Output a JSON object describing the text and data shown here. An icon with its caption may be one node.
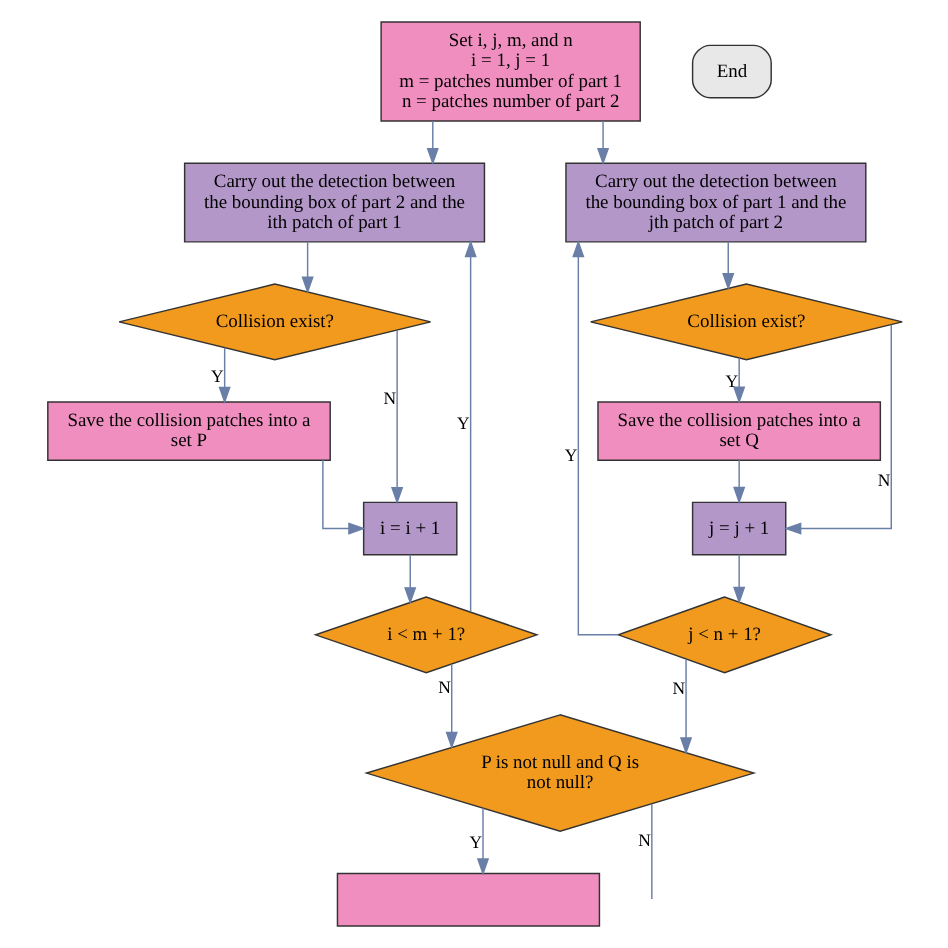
{
  "diagram": {
    "nodes": [
      {
        "text": [
          "Set i, j, m, and n",
          "i = 1, j = 1",
          "m = patches number of part 1",
          "n = patches number of part 2"
        ]
      },
      {
        "text": [
          "End"
        ]
      },
      {
        "text": [
          "Carry out the detection between the bounding box of part 2 and the ith patch of part 1"
        ]
      },
      {
        "text": [
          "Carry out the detection between the bounding box of part 1 and the jth patch of part 2"
        ]
      },
      {
        "text": [
          "Collision exist?"
        ]
      },
      {
        "text": [
          "Collision exist?"
        ]
      },
      {
        "text": [
          "Save the collision patches into a set P"
        ]
      },
      {
        "text": [
          "Save the collision patches into a set Q"
        ]
      },
      {
        "text": [
          "i = i + 1"
        ]
      },
      {
        "text": [
          "j = j + 1"
        ]
      },
      {
        "text": [
          "i < m + 1?"
        ]
      },
      {
        "text": [
          "j < n + 1?"
        ]
      },
      {
        "text": [
          "P is not null and Q is not null?"
        ]
      },
      {
        "text": [],
        "shape": "box"
      }
    ],
    "edges": [
      {
        "from": 0,
        "to": 2,
        "arrow": "to"
      },
      {
        "from": 0,
        "to": 3,
        "arrow": "to"
      },
      {
        "from": 2,
        "to": 4,
        "arrow": "to"
      },
      {
        "from": 3,
        "to": 5,
        "arrow": "to"
      },
      {
        "from": 4,
        "to": 6,
        "arrow": "to",
        "label": "Y"
      },
      {
        "from": 4,
        "to": 8,
        "arrow": "to",
        "label": "N"
      },
      {
        "from": 5,
        "to": 7,
        "arrow": "to",
        "label": "Y"
      },
      {
        "from": 5,
        "to": 9,
        "arrow": "to",
        "label": "N"
      },
      {
        "from": 6,
        "to": 8,
        "arrow": "to"
      },
      {
        "from": 7,
        "to": 9,
        "arrow": "to"
      },
      {
        "from": 8,
        "to": 10,
        "arrow": "to"
      },
      {
        "from": 9,
        "to": 11,
        "arrow": "to"
      },
      {
        "from": 10,
        "to": 2,
        "arrow": "to",
        "label": "Y"
      },
      {
        "from": 11,
        "to": 3,
        "arrow": "to",
        "label": "Y"
      },
      {
        "from": 10,
        "to": 12,
        "arrow": "to",
        "label": "N"
      },
      {
        "from": 11,
        "to": 12,
        "arrow": "to",
        "label": "N"
      },
      {
        "from": 12,
        "to": 13,
        "arrow": "to",
        "label": "Y"
      },
      {
        "from": 12,
        "to": null,
        "arrow": "none",
        "label": "N"
      }
    ]
  }
}
